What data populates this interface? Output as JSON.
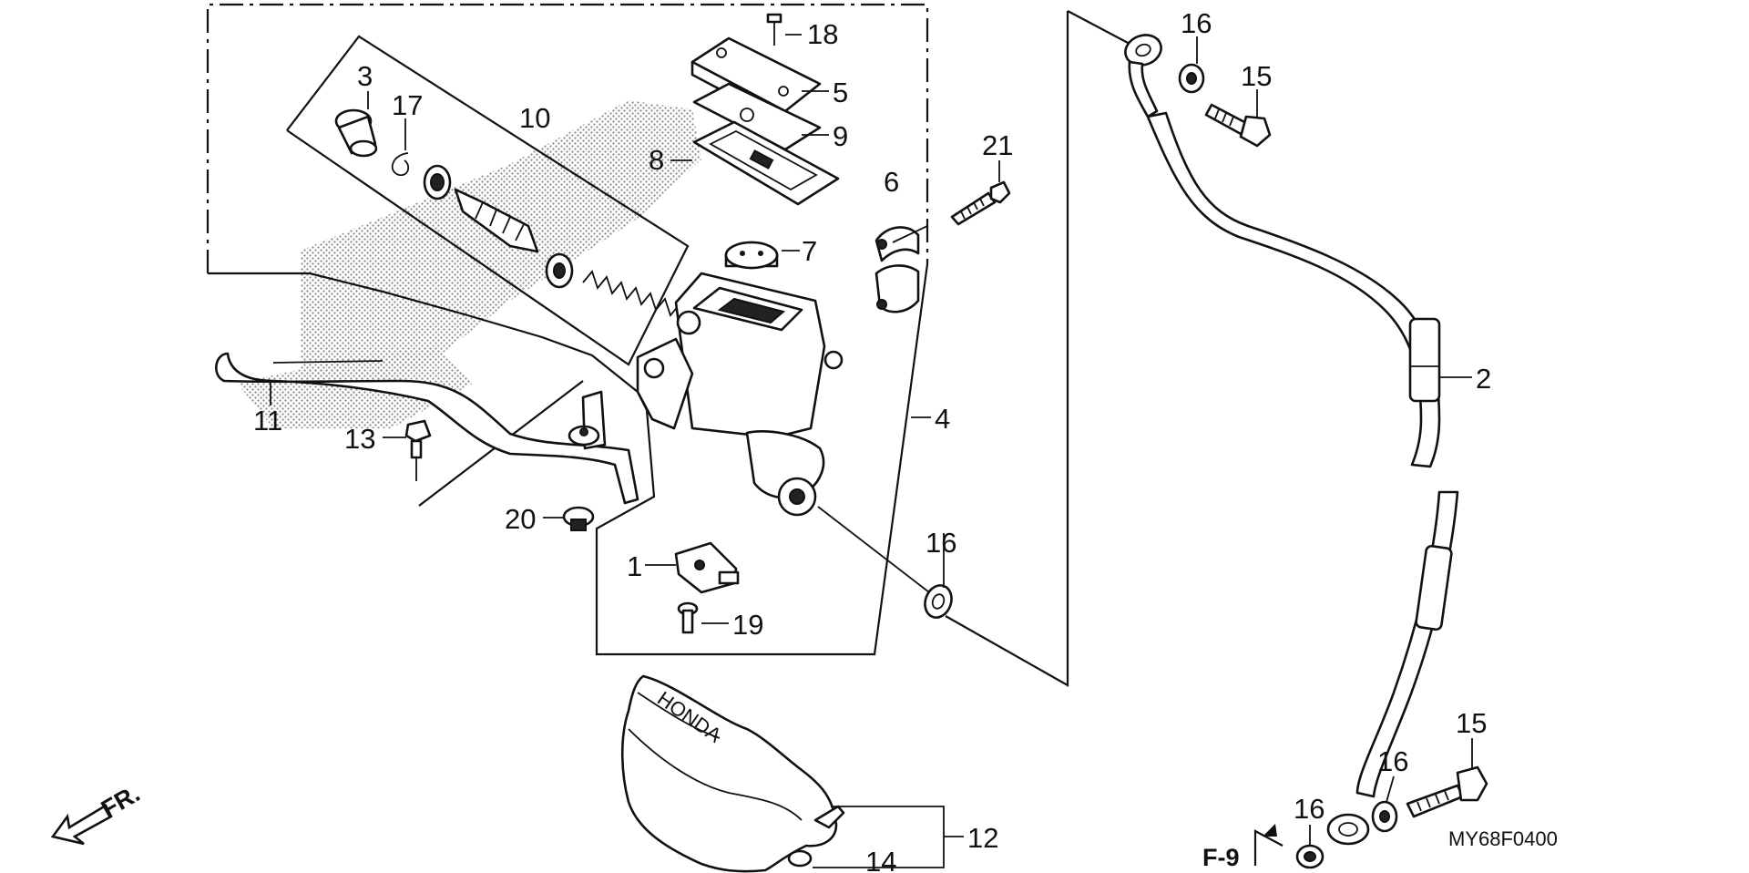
{
  "diagram": {
    "callouts": [
      {
        "id": "c18",
        "label": "18"
      },
      {
        "id": "c5",
        "label": "5"
      },
      {
        "id": "c9",
        "label": "9"
      },
      {
        "id": "c8",
        "label": "8"
      },
      {
        "id": "c3",
        "label": "3"
      },
      {
        "id": "c17",
        "label": "17"
      },
      {
        "id": "c10",
        "label": "10"
      },
      {
        "id": "c21",
        "label": "21"
      },
      {
        "id": "c6",
        "label": "6"
      },
      {
        "id": "c7",
        "label": "7"
      },
      {
        "id": "c4",
        "label": "4"
      },
      {
        "id": "c11",
        "label": "11"
      },
      {
        "id": "c13",
        "label": "13"
      },
      {
        "id": "c20",
        "label": "20"
      },
      {
        "id": "c1",
        "label": "1"
      },
      {
        "id": "c19",
        "label": "19"
      },
      {
        "id": "c16a",
        "label": "16"
      },
      {
        "id": "c16b",
        "label": "16"
      },
      {
        "id": "c15a",
        "label": "15"
      },
      {
        "id": "c2",
        "label": "2"
      },
      {
        "id": "c15b",
        "label": "15"
      },
      {
        "id": "c16c",
        "label": "16"
      },
      {
        "id": "c16d",
        "label": "16"
      },
      {
        "id": "c12",
        "label": "12"
      },
      {
        "id": "c14",
        "label": "14"
      }
    ],
    "front_indicator": "FR.",
    "cross_reference": "F-9",
    "drawing_code": "MY68F0400",
    "guard_brand": "HONDA"
  }
}
